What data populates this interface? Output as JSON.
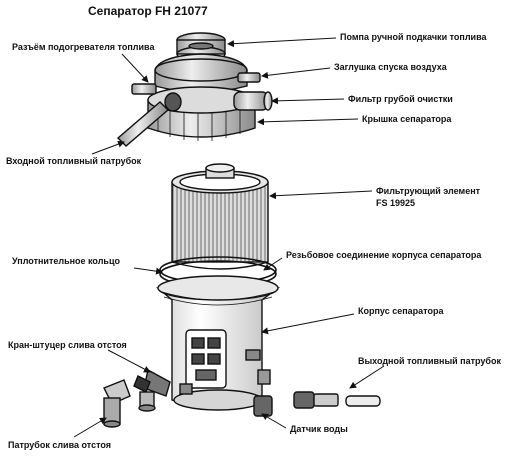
{
  "title": "Сепаратор FH 21077",
  "labels": {
    "heater_connector": "Разъём подогревателя топлива",
    "hand_pump": "Помпа ручной подкачки топлива",
    "air_bleed_plug": "Заглушка спуска воздуха",
    "coarse_filter": "Фильтр грубой очистки",
    "separator_cover": "Крышка сепаратора",
    "fuel_inlet": "Входной топливный патрубок",
    "filter_element_line1": "Фильтрующий элемент",
    "filter_element_line2": "FS 19925",
    "seal_ring": "Уплотнительное кольцо",
    "thread_connection": "Резьбовое соединение корпуса сепаратора",
    "separator_body": "Корпус сепаратора",
    "drain_valve": "Кран-штуцер слива отстоя",
    "fuel_outlet": "Выходной топливный патрубок",
    "drain_pipe": "Патрубок слива отстоя",
    "water_sensor": "Датчик воды"
  }
}
